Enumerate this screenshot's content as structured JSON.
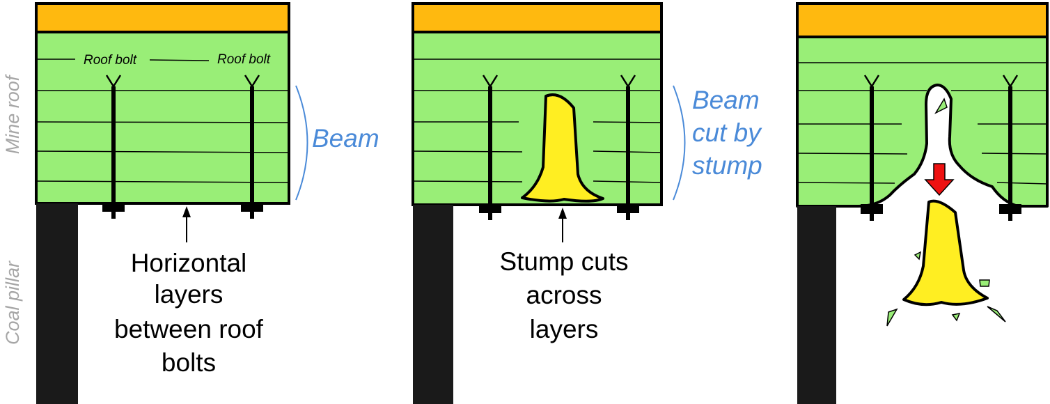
{
  "side_labels": {
    "mine_roof": "Mine roof",
    "coal_pillar": "Coal pillar"
  },
  "panel1": {
    "bolt_label_left": "Roof bolt",
    "bolt_label_right": "Roof bolt",
    "beam_label": "Beam",
    "caption_lines": [
      "Horizontal",
      "layers",
      "between roof",
      "bolts"
    ]
  },
  "panel2": {
    "beam_label_lines": [
      "Beam",
      "cut by",
      "stump"
    ],
    "caption_lines": [
      "Stump cuts",
      "across",
      "layers"
    ]
  },
  "colors": {
    "roof_green": "#99ee77",
    "top_orange": "#ffb90f",
    "stump_yellow": "#ffee22",
    "beam_blue": "#4a8ad8",
    "arrow_red": "#ee1111",
    "side_gray": "#a6a6a6",
    "outline": "#000000"
  }
}
